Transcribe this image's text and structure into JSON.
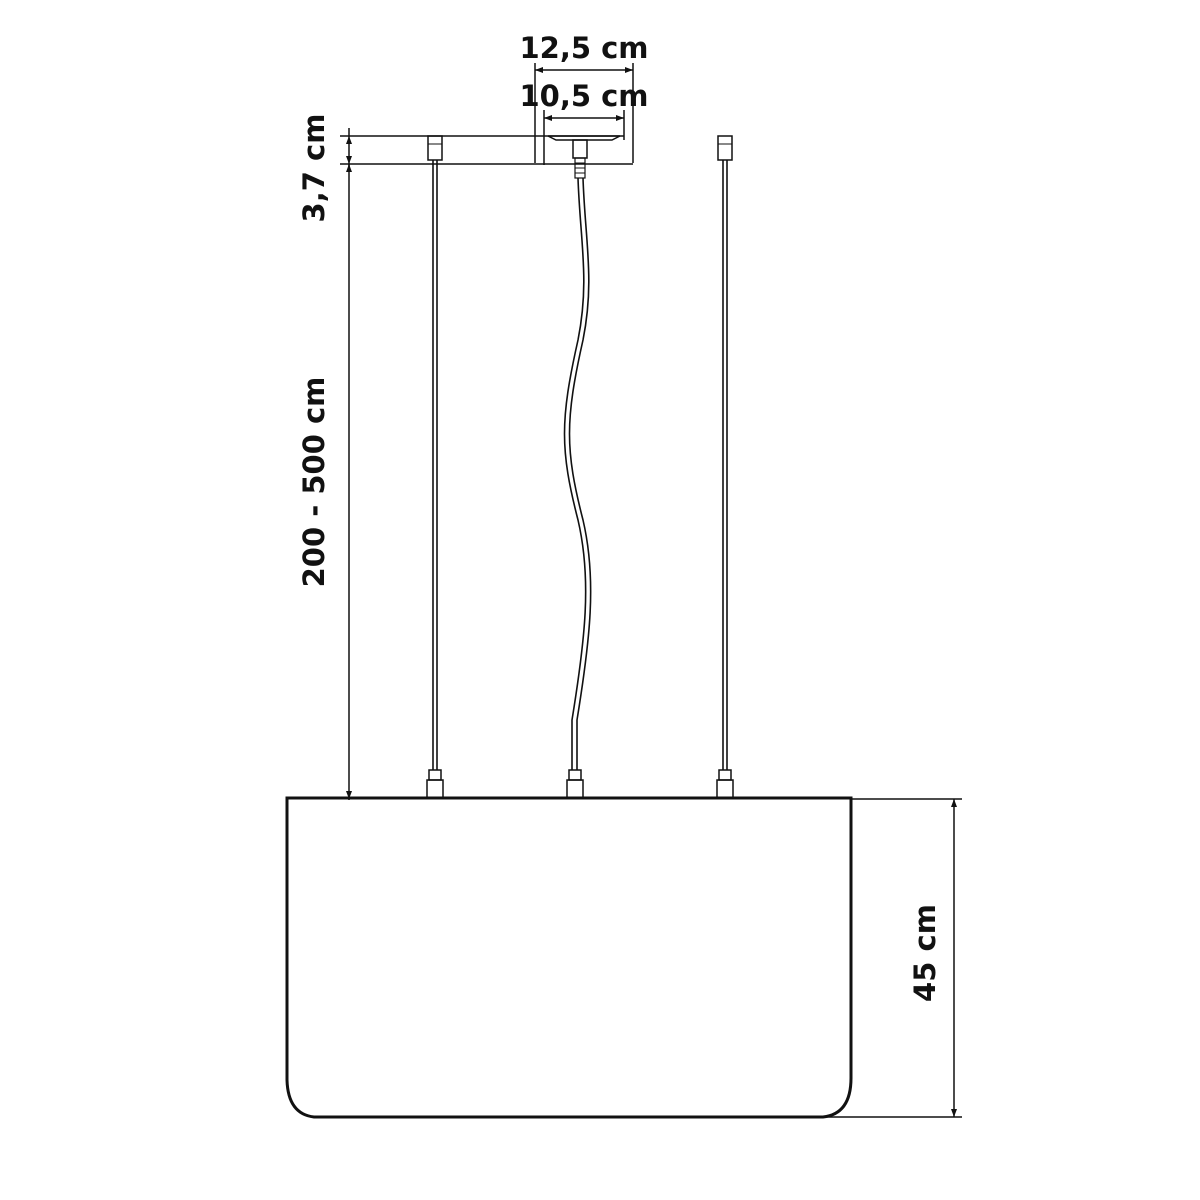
{
  "dimensions": {
    "outer_width": "12,5 cm",
    "inner_width": "10,5 cm",
    "canopy_height": "3,7 cm",
    "suspension_length": "200 - 500 cm",
    "shade_height": "45 cm"
  },
  "colors": {
    "line": "#111111",
    "background": "#ffffff"
  }
}
